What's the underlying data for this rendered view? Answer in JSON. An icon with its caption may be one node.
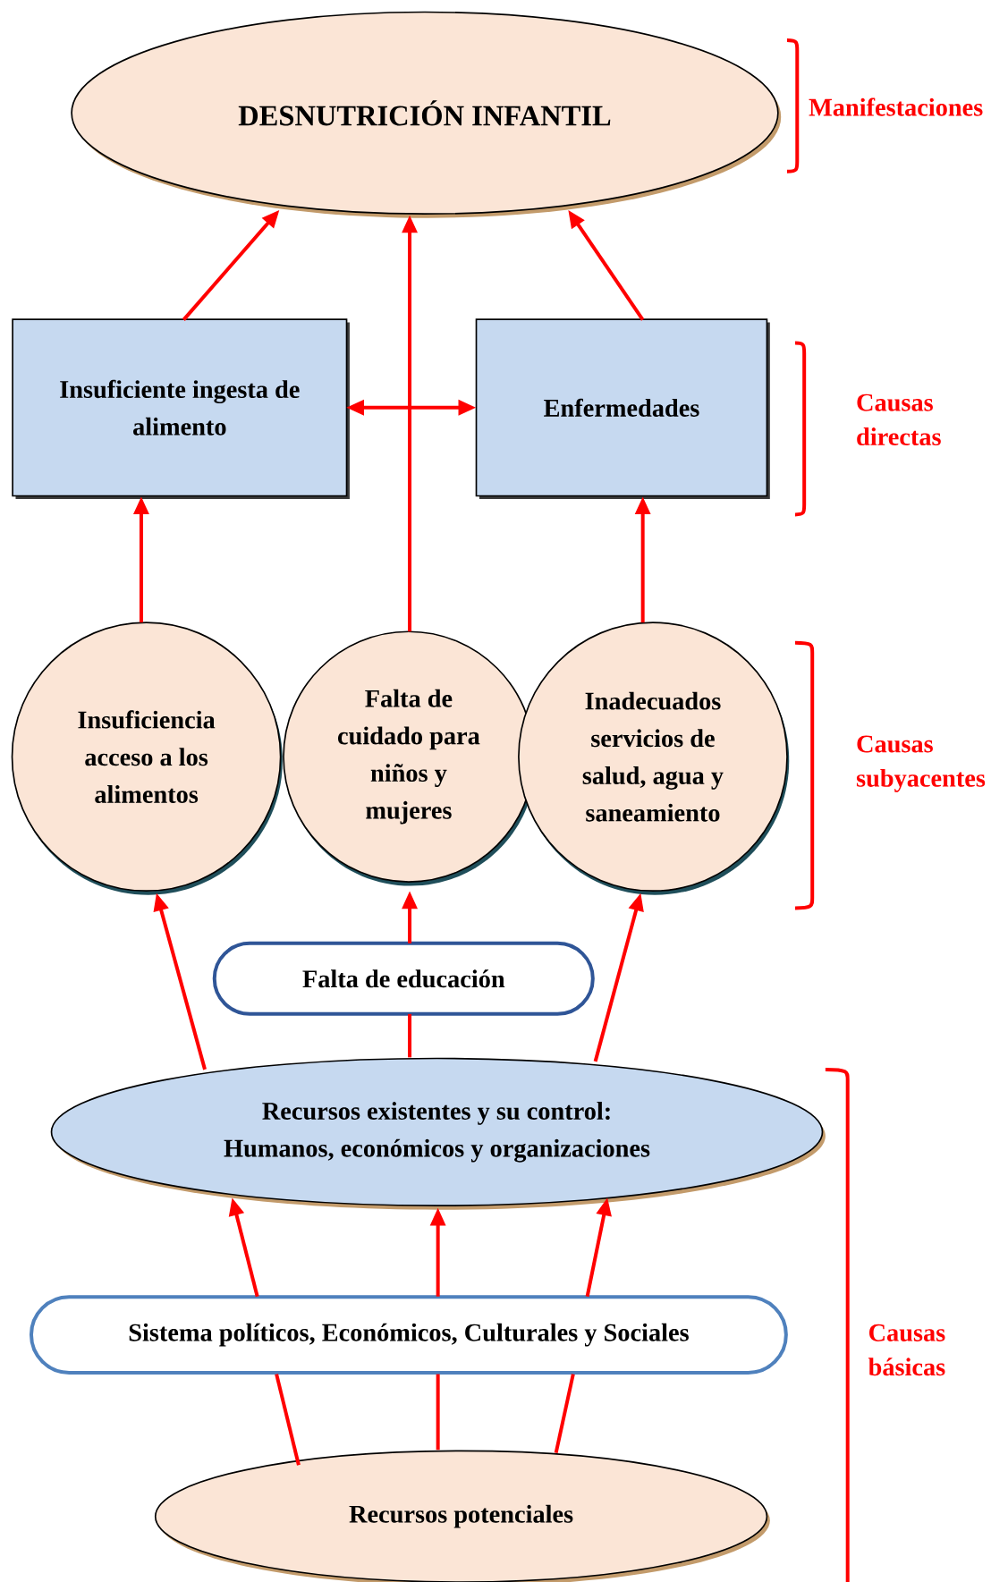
{
  "diagram": {
    "nodes": [
      {
        "text": [
          "DESNUTRICIÓN INFANTIL"
        ]
      },
      {
        "text": [
          "Insuficiente ingesta de alimento"
        ]
      },
      {
        "text": [
          "Enfermedades"
        ]
      },
      {
        "text": [
          "Insuficiencia acceso a los alimentos"
        ]
      },
      {
        "text": [
          "Falta de cuidado para niños y mujeres"
        ]
      },
      {
        "text": [
          "Inadecuados servicios de salud, agua y saneamiento"
        ]
      },
      {
        "text": [
          "Falta de educación"
        ]
      },
      {
        "text": [
          "Recursos existentes y su control:",
          "Humanos, económicos y organizaciones"
        ]
      },
      {
        "text": [
          "Sistema políticos, Económicos,  Culturales y Sociales"
        ]
      },
      {
        "text": [
          "Recursos potenciales"
        ]
      }
    ],
    "edges": [
      {
        "from": 1,
        "to": 0,
        "arrow": "to"
      },
      {
        "from": 2,
        "to": 0,
        "arrow": "to"
      },
      {
        "from": 4,
        "to": 0,
        "arrow": "to"
      },
      {
        "from": 1,
        "to": 2,
        "arrow": "both"
      },
      {
        "from": 3,
        "to": 1,
        "arrow": "to"
      },
      {
        "from": 5,
        "to": 2,
        "arrow": "to"
      },
      {
        "from": 7,
        "to": 3,
        "arrow": "to"
      },
      {
        "from": 7,
        "to": 6,
        "arrow": "none"
      },
      {
        "from": 6,
        "to": 4,
        "arrow": "to"
      },
      {
        "from": 7,
        "to": 5,
        "arrow": "to"
      },
      {
        "from": 8,
        "to": 7,
        "arrow": "to"
      },
      {
        "from": 8,
        "to": 7,
        "arrow": "to"
      },
      {
        "from": 8,
        "to": 7,
        "arrow": "to"
      },
      {
        "from": 9,
        "to": 8,
        "arrow": "none"
      },
      {
        "from": 9,
        "to": 8,
        "arrow": "none"
      },
      {
        "from": 9,
        "to": 8,
        "arrow": "none"
      }
    ],
    "labels": [
      "Manifestaciones",
      "Causas directas",
      "Causas subyacentes",
      "Causas básicas"
    ]
  }
}
